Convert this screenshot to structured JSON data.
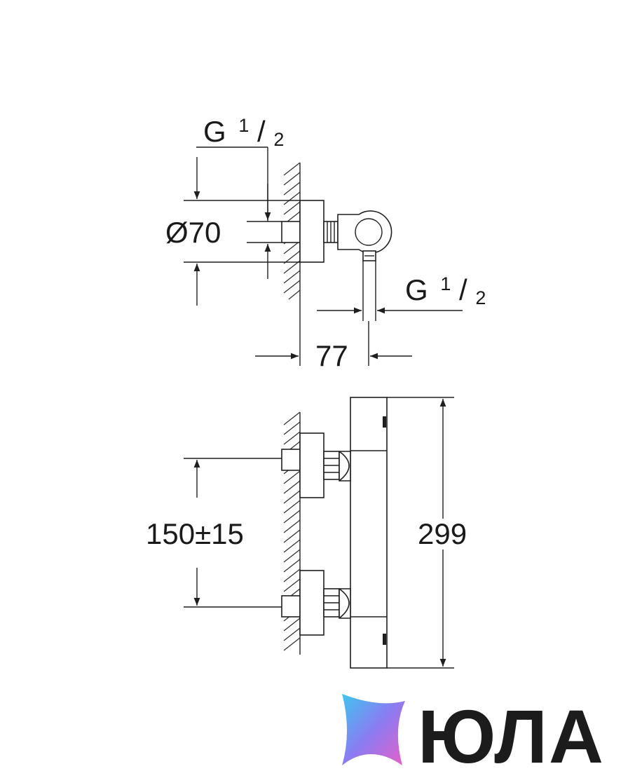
{
  "drawing": {
    "side_view": {
      "top_connection": {
        "letter": "G",
        "numerator": "1",
        "denominator": "2"
      },
      "diameter_label": "Ø70",
      "outlet_connection": {
        "letter": "G",
        "numerator": "1",
        "denominator": "2"
      },
      "depth_label": "77"
    },
    "front_view": {
      "spacing_label": "150±15",
      "height_label": "299"
    }
  },
  "logo": {
    "text": "ЮЛА",
    "colors": [
      "#3ec6f0",
      "#8a7cf2",
      "#e85ec8"
    ]
  }
}
